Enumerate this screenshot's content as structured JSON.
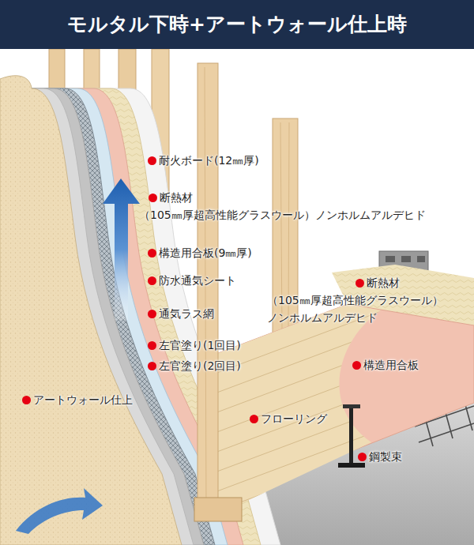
{
  "diagram": {
    "title": "モルタル下時+アートウォール仕上時",
    "labels": [
      "耐火ボード(12㎜厚)",
      "断熱材 （105㎜厚超高性能グラスウール）ノンホルムアルデヒド",
      "構造用合板(9㎜厚)",
      "防水通気シート",
      "通気ラス網",
      "左官塗り(1回目)",
      "左官塗り(2回目)",
      "アートウォール仕上",
      "断熱材 （105㎜厚超高性能グラスウール） ノンホルムアルデヒド",
      "構造用合板",
      "フローリング",
      "鋼製束"
    ]
  }
}
